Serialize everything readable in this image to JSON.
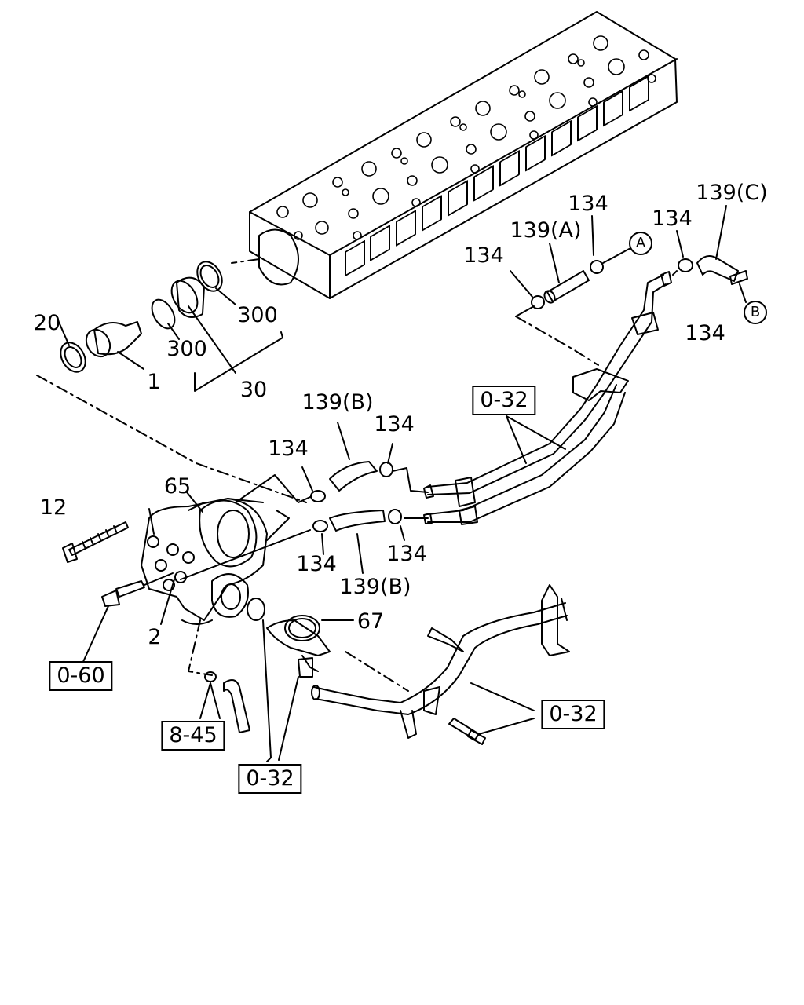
{
  "labels": {
    "p20": "20",
    "p1": "1",
    "p300a": "300",
    "p300b": "300",
    "p30": "30",
    "p134_1": "134",
    "p139a": "139(A)",
    "p134_2": "134",
    "p134_3": "134",
    "p139c": "139(C)",
    "p134_4": "134",
    "p139b_top": "139(B)",
    "p134_5": "134",
    "p134_6": "134",
    "p65": "65",
    "p12": "12",
    "p134_7": "134",
    "p134_8": "134",
    "p139b_bot": "139(B)",
    "p67": "67",
    "p2": "2"
  },
  "refs": {
    "r032_top": "0-32",
    "r060": "0-60",
    "r845": "8-45",
    "r032_bot": "0-32",
    "r032_right": "0-32"
  },
  "markers": {
    "a": "A",
    "b": "B"
  }
}
